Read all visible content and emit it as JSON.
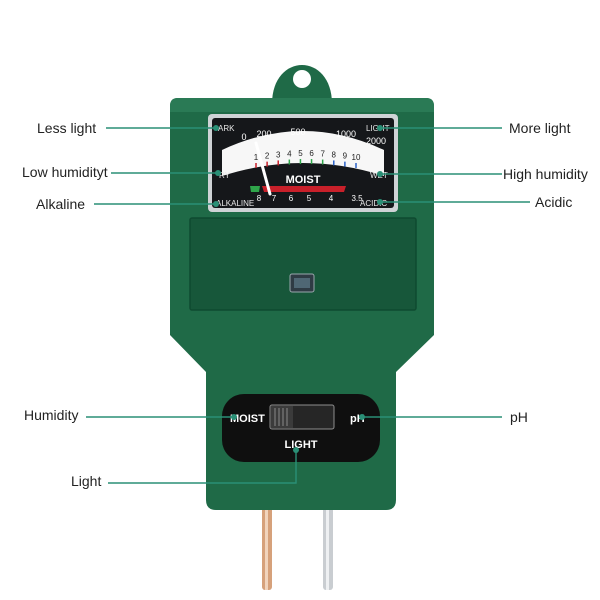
{
  "meter": {
    "scale_labels": {
      "left_top": "ARK",
      "left_mid": "RY",
      "left_bottom": "ALKALINE",
      "right_top": "LIGHT",
      "right_mid": "WET",
      "right_bottom": "ACIDIC",
      "center": "MOIST"
    },
    "light_ticks": [
      "0",
      "200",
      "500",
      "1000",
      "2000"
    ],
    "moist_ticks": [
      "1",
      "2",
      "3",
      "4",
      "5",
      "6",
      "7",
      "8",
      "9",
      "10"
    ],
    "ph_ticks": [
      "8",
      "7",
      "6",
      "5",
      "4",
      "3.5"
    ]
  },
  "switch": {
    "left_label": "MOIST",
    "right_label": "pH",
    "bottom_label": "LIGHT"
  },
  "callouts": {
    "less_light": "Less light",
    "more_light": "More light",
    "low_humidity": "Low humidityt",
    "high_humidity": "High humidity",
    "alkaline": "Alkaline",
    "acidic": "Acidic",
    "humidity": "Humidity",
    "ph": "pH",
    "light": "Light"
  },
  "colors": {
    "body": "#1f6a47",
    "body_dark": "#17573a",
    "leader": "#2a8f76",
    "dial": "#15171a",
    "probe_copper": "#d6a17b",
    "probe_steel": "#c9cdd1"
  }
}
